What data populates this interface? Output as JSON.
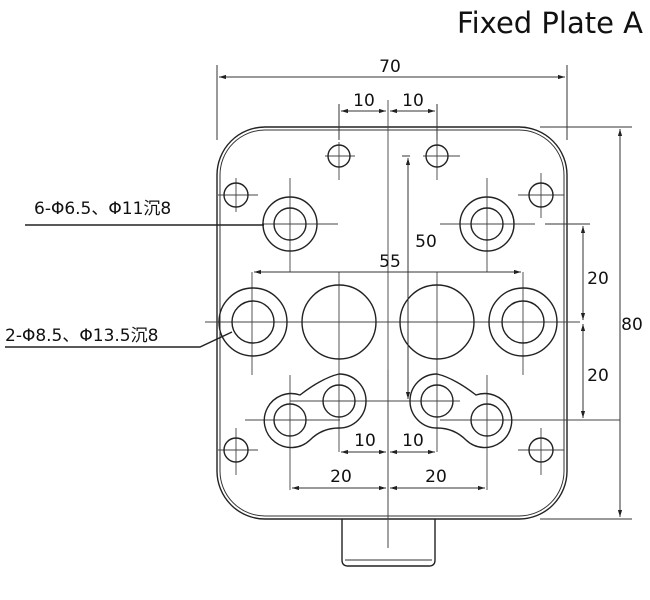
{
  "title": "Fixed Plate A",
  "dimensions": {
    "width": "70",
    "height": "80",
    "top_left_offset": "10",
    "top_right_offset": "10",
    "span_55": "55",
    "vertical_50": "50",
    "right_upper_20": "20",
    "right_lower_20": "20",
    "bottom_left_10": "10",
    "bottom_right_10": "10",
    "bottom_left_20": "20",
    "bottom_right_20": "20"
  },
  "callouts": {
    "upper": "6-Φ6.5、Φ11沉8",
    "lower": "2-Φ8.5、Φ13.5沉8"
  }
}
